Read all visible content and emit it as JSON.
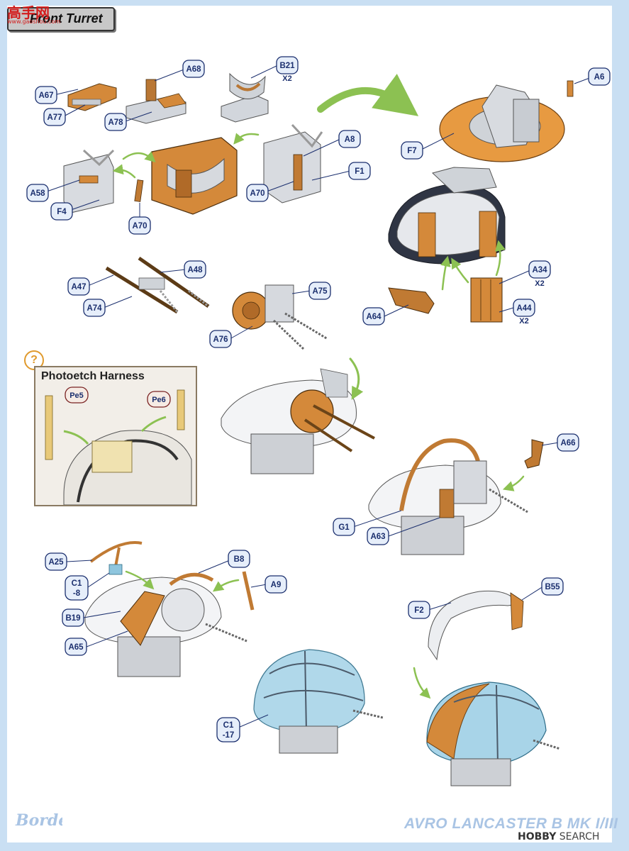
{
  "header": {
    "title": "Front Turret",
    "site_logo_text": "高手网",
    "site_logo_sub": "www.gaoshou.com"
  },
  "labels": {
    "a67": "A67",
    "a77": "A77",
    "a68": "A68",
    "a78": "A78",
    "b21": "B21",
    "b21_qty": "X2",
    "a6": "A6",
    "f7": "F7",
    "a8": "A8",
    "f1": "F1",
    "a70_top": "A70",
    "a58": "A58",
    "f4": "F4",
    "a70_mid": "A70",
    "a48": "A48",
    "a47": "A47",
    "a74": "A74",
    "a75": "A75",
    "a76": "A76",
    "a34": "A34",
    "a34_qty": "X2",
    "a64": "A64",
    "a44": "A44",
    "a44_qty": "X2",
    "a66": "A66",
    "g1": "G1",
    "a63": "A63",
    "a25": "A25",
    "c1_8_line1": "C1",
    "c1_8_line2": "-8",
    "b8": "B8",
    "a9": "A9",
    "b19": "B19",
    "a65": "A65",
    "b55": "B55",
    "f2": "F2",
    "c1_17_line1": "C1",
    "c1_17_line2": "-17"
  },
  "inset": {
    "question_mark": "?",
    "title": "Photoetch Harness",
    "pe5": "Pe5",
    "pe6": "Pe6"
  },
  "footer": {
    "kit_title": "AVRO LANCASTER B MK I/III",
    "brand": "Border",
    "watermark_brand": "HOBBY",
    "watermark_search": "SEARCH"
  },
  "colors": {
    "label_fill": "#e6eefa",
    "label_stroke": "#1b2f6e",
    "part_orange": "#d4893a",
    "part_grey": "#d5d8dc",
    "arrow_green": "#8cc152",
    "canopy_blue": "#a8d4e8"
  }
}
